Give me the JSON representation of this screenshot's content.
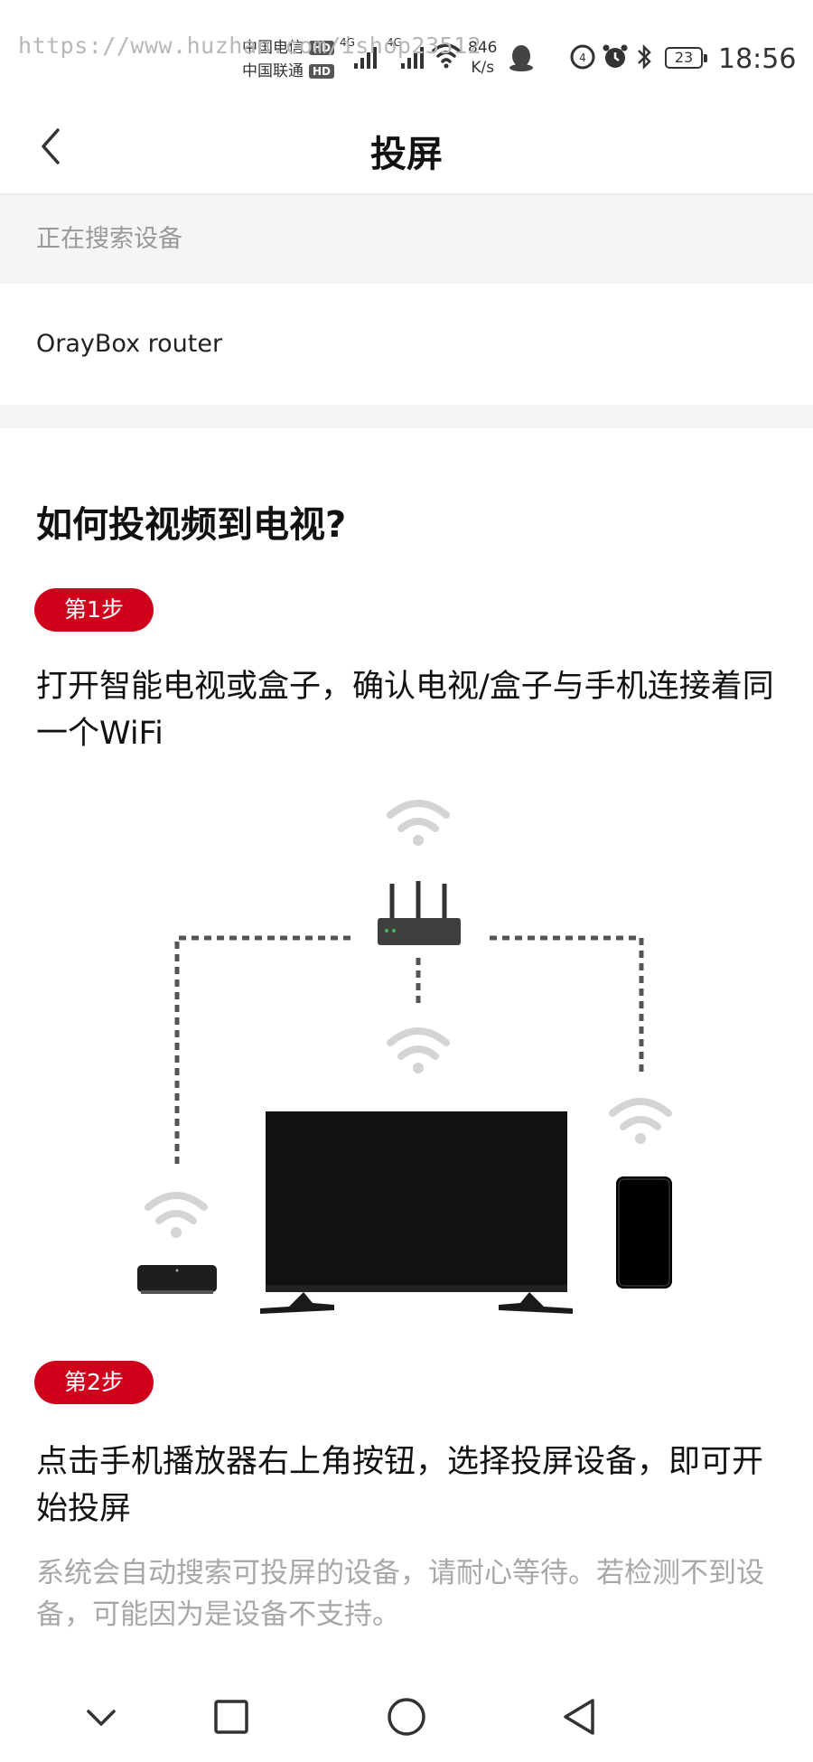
{
  "status_bar": {
    "watermark": "https://www.huzhan.com/ishop23512",
    "carrier_1": "中国电信",
    "carrier_2": "中国联通",
    "hd_badge": "HD",
    "net_1": "4G",
    "net_2": "4G",
    "speed_value": "846",
    "speed_unit": "K/s",
    "battery": "23",
    "time": "18:56"
  },
  "header": {
    "title": "投屏"
  },
  "search": {
    "status": "正在搜索设备"
  },
  "devices": [
    {
      "name": "OrayBox router"
    }
  ],
  "guide": {
    "title": "如何投视频到电视?",
    "step1_badge": "第1步",
    "step1_text": "打开智能电视或盒子，确认电视/盒子与手机连接着同一个WiFi",
    "step2_badge": "第2步",
    "step2_text": "点击手机播放器右上角按钮，选择投屏设备，即可开始投屏",
    "hint": "系统会自动搜索可投屏的设备，请耐心等待。若检测不到设备，可能因为是设备不支持。"
  },
  "colors": {
    "accent": "#d0021b",
    "muted_text": "#999999",
    "band_bg": "#f5f5f5"
  },
  "icons": {
    "back": "chevron-left-icon",
    "nav_down": "chevron-down-icon",
    "nav_recent": "square-icon",
    "nav_home": "circle-icon",
    "nav_back": "triangle-back-icon"
  }
}
